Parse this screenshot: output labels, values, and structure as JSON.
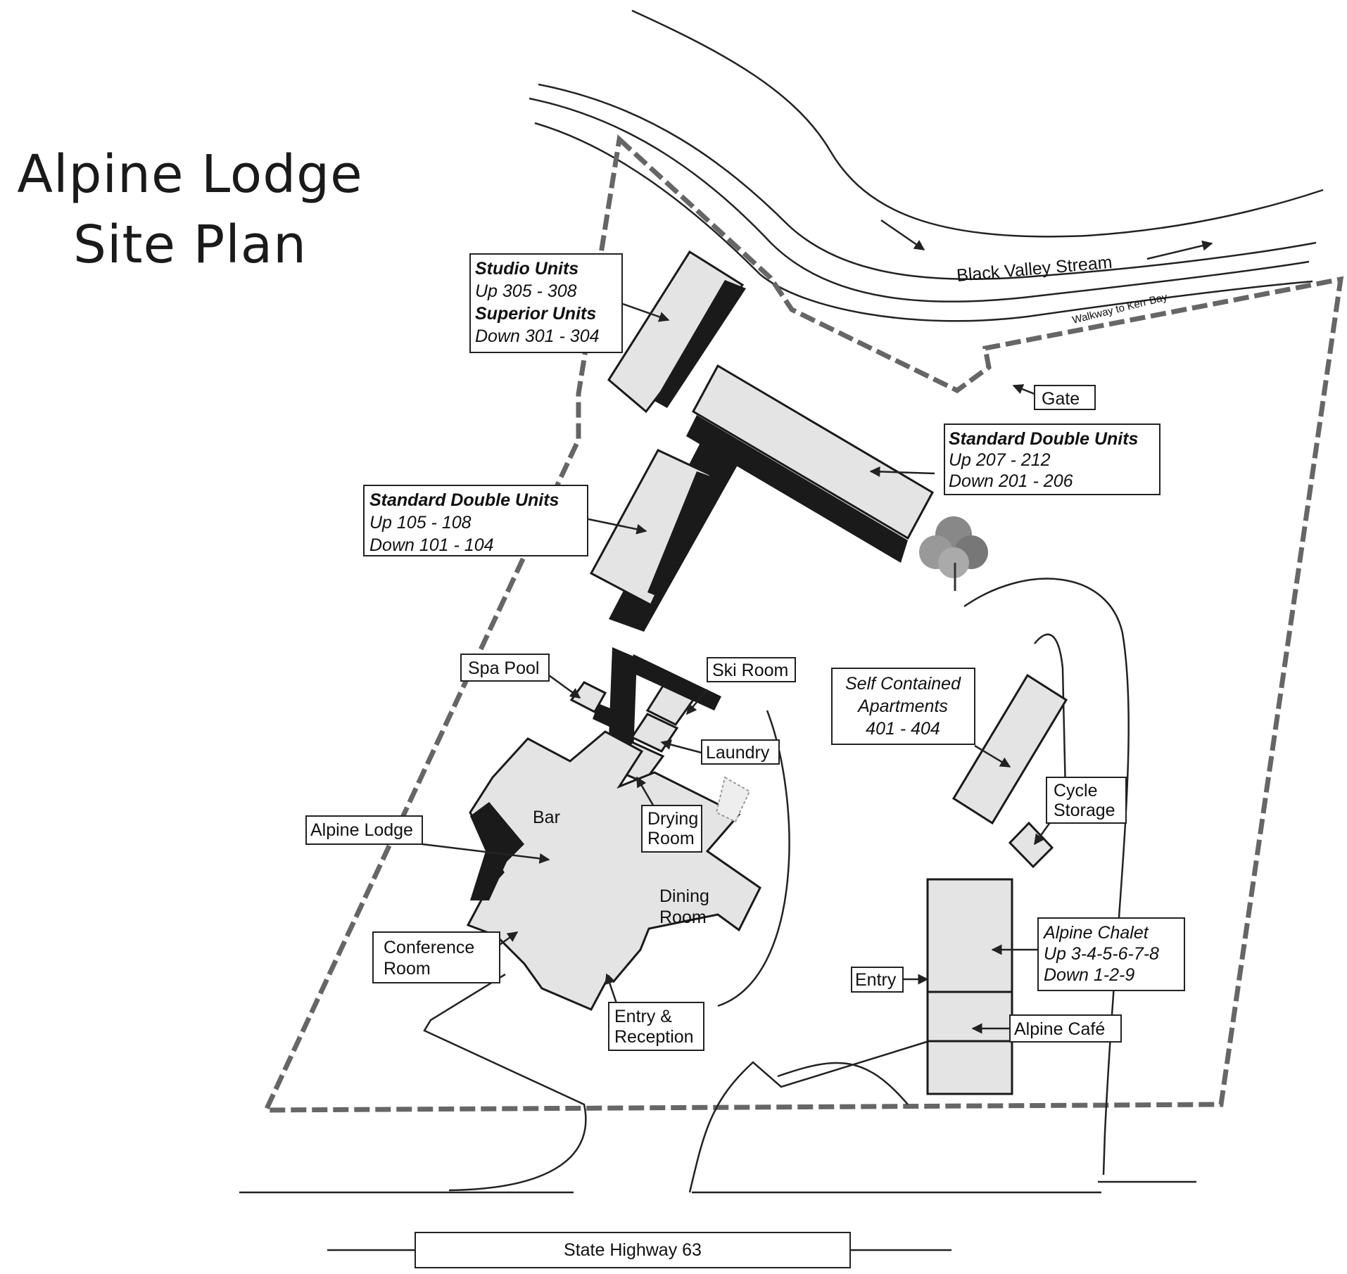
{
  "title": {
    "line1": "Alpine Lodge",
    "line2": "Site Plan"
  },
  "stream": {
    "name": "Black Valley Stream",
    "walkway": "Walkway to Kerr Bay"
  },
  "labels": {
    "block300": {
      "heading1": "Studio Units",
      "line1": "Up  305 - 308",
      "heading2": "Superior Units",
      "line2": "Down 301 - 304"
    },
    "block200": {
      "heading": "Standard Double Units",
      "line1": "Up  207 - 212",
      "line2": "Down 201 - 206"
    },
    "block100": {
      "heading": "Standard Double Units",
      "line1": "Up  105 - 108",
      "line2": "Down 101 - 104"
    },
    "gate": "Gate",
    "spa_pool": "Spa Pool",
    "ski_room": "Ski Room",
    "laundry": "Laundry",
    "drying_room": {
      "line1": "Drying",
      "line2": "Room"
    },
    "alpine_lodge": "Alpine Lodge",
    "bar": "Bar",
    "dining_room": {
      "line1": "Dining",
      "line2": "Room"
    },
    "conference_room": {
      "line1": "Conference",
      "line2": "Room"
    },
    "entry_reception": {
      "line1": "Entry &",
      "line2": "Reception"
    },
    "apartments": {
      "line1": "Self Contained",
      "line2": "Apartments",
      "line3": "401 - 404"
    },
    "cycle_storage": {
      "line1": "Cycle",
      "line2": "Storage"
    },
    "alpine_chalet": {
      "line1": "Alpine Chalet",
      "line2": "Up 3-4-5-6-7-8",
      "line3": "Down 1-2-9"
    },
    "entry": "Entry",
    "alpine_cafe": "Alpine Café",
    "highway": "State Highway 63"
  },
  "colors": {
    "building_fill": "#e4e4e4",
    "wall": "#1a1a1a",
    "boundary": "#666666",
    "ink": "#222222"
  }
}
